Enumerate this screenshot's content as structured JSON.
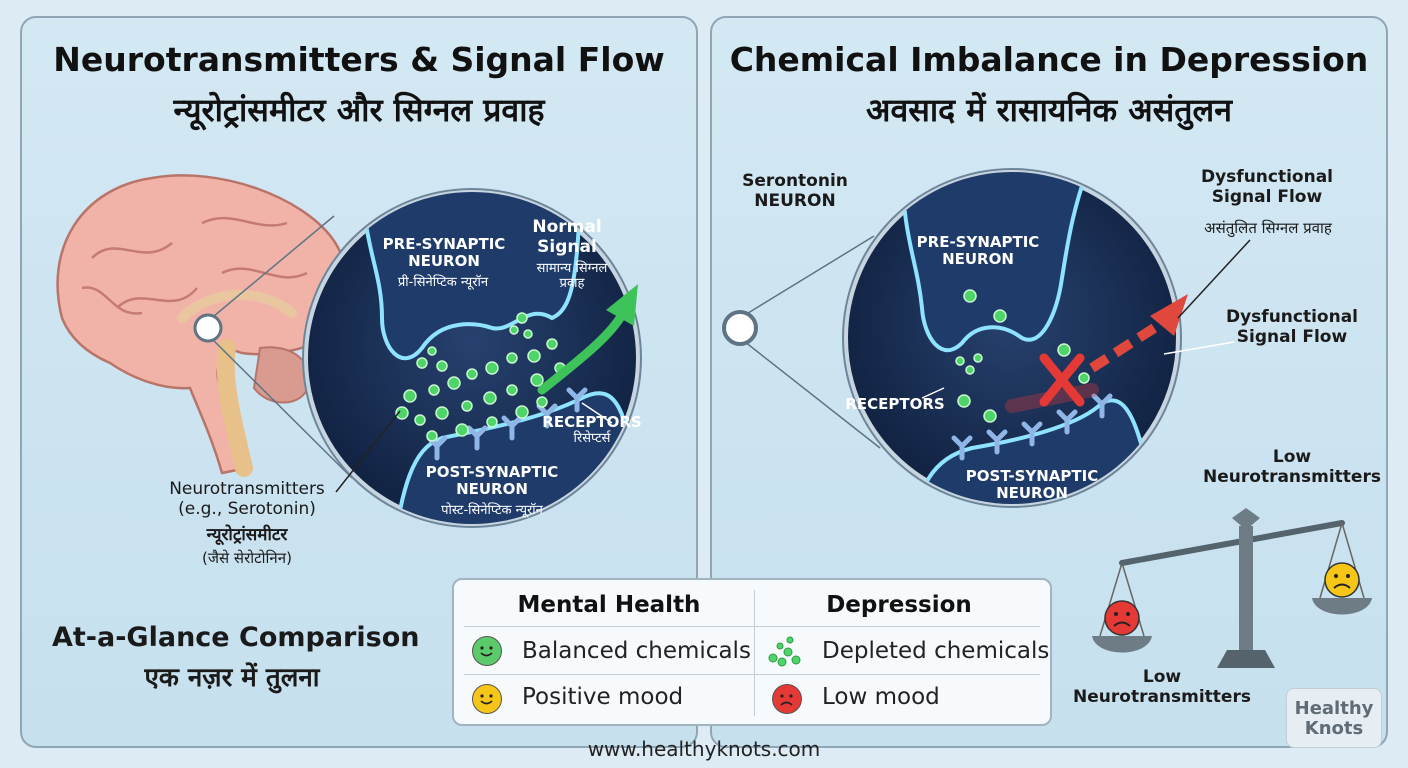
{
  "left": {
    "title_en": "Neurotransmitters & Signal Flow",
    "title_hi": "न्यूरोट्रांसमीटर और सिग्नल प्रवाह",
    "pre_en": "PRE-SYNAPTIC\nNEURON",
    "pre_hi": "प्री-सिनेप्टिक न्यूरॉन",
    "signal_en": "Normal\nSignal",
    "signal_hi": "सामान्य सिग्नल\nप्रवाह",
    "receptors_en": "RECEPTORS",
    "receptors_hi": "रिसेप्टर्स",
    "post_en": "POST-SYNAPTIC\nNEURON",
    "post_hi": "पोस्ट-सिनेप्टिक न्यूरॉन",
    "nt_en": "Neurotransmitters\n(e.g., Serotonin)",
    "nt_hi": "न्यूरोट्रांसमीटर",
    "nt_hi2": "(जैसे सेरोटोनिन)",
    "glance_en": "At-a-Glance Comparison",
    "glance_hi": "एक नज़र में तुलना"
  },
  "right": {
    "title_en": "Chemical Imbalance in Depression",
    "title_hi": "अवसाद में रासायनिक असंतुलन",
    "neuron_label": "Serontonin\nNEURON",
    "pre_en": "PRE-SYNAPTIC\nNEURON",
    "receptors_en": "RECEPTORS",
    "post_en": "POST-SYNAPTIC\nNEURON",
    "dys1_en": "Dysfunctional\nSignal Flow",
    "dys1_hi": "असंतुलित सिग्नल प्रवाह",
    "dys2_en": "Dysfunctional\nSignal Flow",
    "low_top": "Low\nNeurotransmitters",
    "low_bottom": "Low\nNeurotransmitters"
  },
  "table": {
    "headers": [
      "Mental Health",
      "Depression"
    ],
    "rows": [
      [
        "Balanced chemicals",
        "Depleted chemicals"
      ],
      [
        "Positive mood",
        "Low mood"
      ]
    ]
  },
  "footer": {
    "url": "www.healthyknots.com",
    "logo": "Healthy\nKnots"
  },
  "colors": {
    "synapse_bg": "#14274a",
    "neuron_glow": "#8fe3ff",
    "chemical": "#4fd46a",
    "arrow_normal": "#3ec35a",
    "arrow_dys": "#e0483e"
  },
  "icons": [
    "brain-icon",
    "smiley-green-icon",
    "smiley-yellow-icon",
    "chemical-dots-icon",
    "sad-red-icon",
    "balance-scale-icon",
    "x-mark-icon"
  ]
}
